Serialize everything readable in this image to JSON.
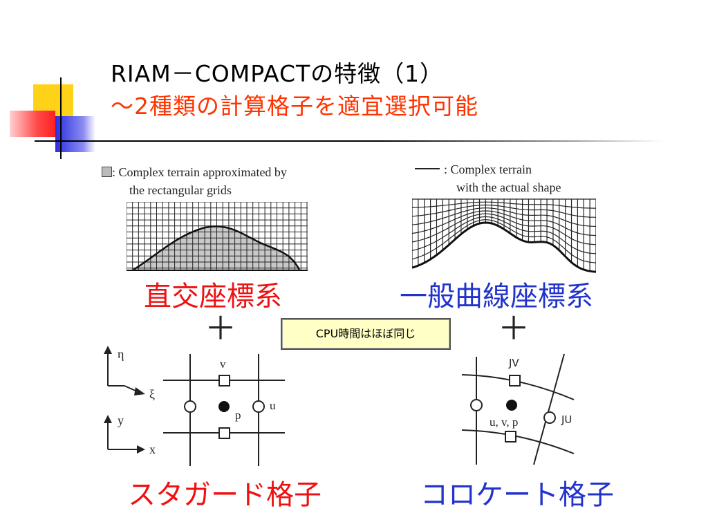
{
  "title": {
    "line1": "RIAM－COMPACTの特徴（1）",
    "line2": "～2種類の計算格子を適宜選択可能"
  },
  "left_panel": {
    "legend_line1": ": Complex terrain approximated by",
    "legend_line2": "the rectangular grids",
    "label": "直交座標系"
  },
  "right_panel": {
    "legend_line1": ": Complex terrain",
    "legend_line2": "with the actual shape",
    "label": "一般曲線座標系"
  },
  "plus_sign": "＋",
  "note": "CPU時間はほぼ同じ",
  "staggered": {
    "label": "スタガード格子",
    "axis_eta": "η",
    "axis_xi": "ξ",
    "axis_y": "y",
    "axis_x": "x",
    "var_v": "v",
    "var_u": "u",
    "var_p": "p"
  },
  "collocated": {
    "label": "コロケート格子",
    "var_jv": "JV",
    "var_ju": "JU",
    "var_uvp": "u, v, p"
  },
  "colors": {
    "title_accent": "#ff3300",
    "red_label": "#ee1111",
    "blue_label": "#2233cc",
    "note_bg": "#ffffc6"
  }
}
